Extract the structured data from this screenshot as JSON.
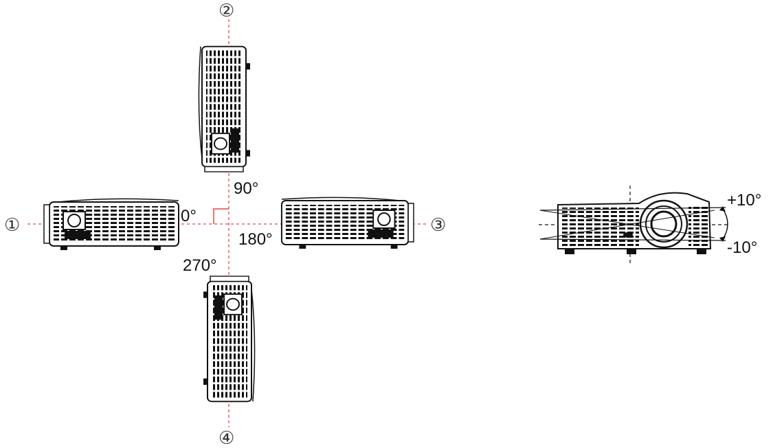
{
  "orientation_diagram": {
    "positions": [
      {
        "marker": "①",
        "angle": "0°"
      },
      {
        "marker": "②",
        "angle": "90°"
      },
      {
        "marker": "③",
        "angle": "180°"
      },
      {
        "marker": "④",
        "angle": "270°"
      }
    ]
  },
  "tilt_diagram": {
    "upper_limit": "+10°",
    "lower_limit": "-10°"
  },
  "colors": {
    "axis_line": "#e8454b",
    "drawing": "#111111"
  }
}
